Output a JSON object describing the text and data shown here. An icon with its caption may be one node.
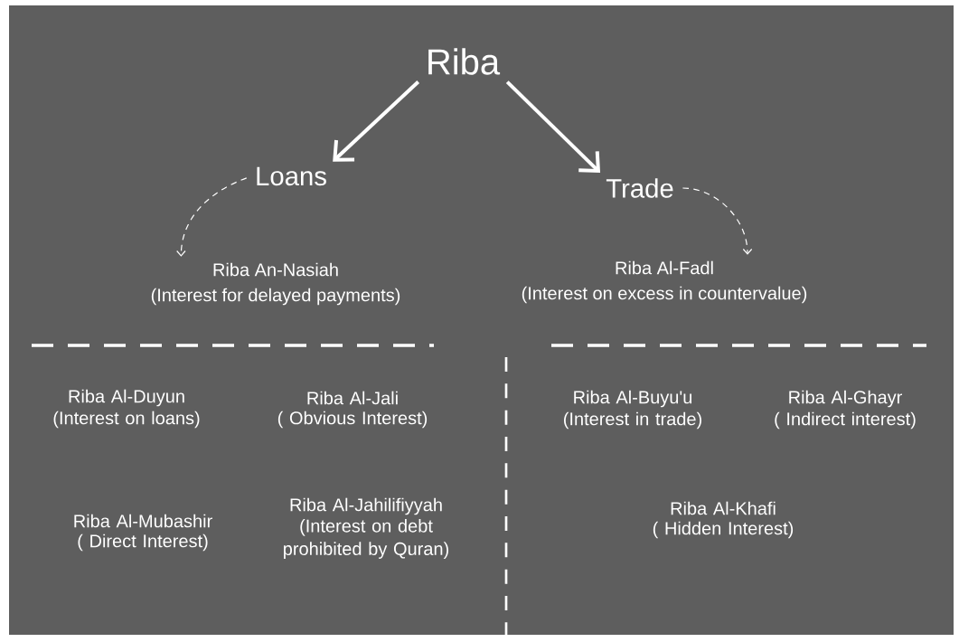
{
  "diagram": {
    "nodes": [
      {
        "text": [
          "Riba"
        ]
      },
      {
        "text": [
          "Loans"
        ]
      },
      {
        "text": [
          "Trade"
        ]
      },
      {
        "text": [
          "Riba An-Nasiah",
          "(Interest for delayed payments)"
        ]
      },
      {
        "text": [
          "Riba Al-Fadl",
          "(Interest on excess in countervalue)"
        ]
      }
    ],
    "edges": [
      {
        "from": 0,
        "to": 1,
        "arrow": "to",
        "style": "thick"
      },
      {
        "from": 0,
        "to": 2,
        "arrow": "to",
        "style": "thick"
      },
      {
        "from": 1,
        "to": 3,
        "arrow": "to",
        "style": "dashed"
      },
      {
        "from": 2,
        "to": 4,
        "arrow": "to",
        "style": "dashed"
      }
    ],
    "labels": [
      "Riba Al-Duyun",
      "(Interest on loans)",
      "Riba Al-Jali",
      "( Obvious Interest)",
      "Riba Al-Buyu'u",
      "(Interest in trade)",
      "Riba Al-Ghayr",
      "( Indirect interest)",
      "Riba Al-Mubashir",
      "( Direct Interest)",
      "Riba Al-Jahilifiyyah",
      "(Interest on debt prohibited by Quran)",
      "Riba Al-Khafi",
      "( Hidden Interest)"
    ]
  }
}
